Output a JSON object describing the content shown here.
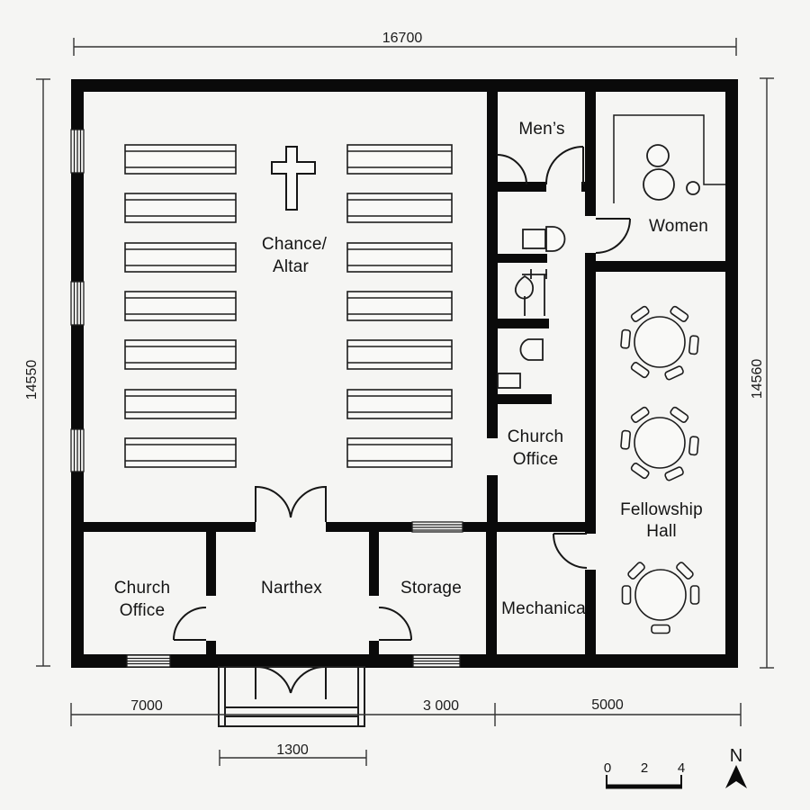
{
  "title": "Church floor plan",
  "rooms": {
    "chancel_line1": "Chance/",
    "chancel_line2": "Altar",
    "mens": "Men’s",
    "women": "Women",
    "church_office_mid_line1": "Church",
    "church_office_mid_line2": "Office",
    "fellowship_line1": "Fellowship",
    "fellowship_line2": "Hall",
    "church_office_left_line1": "Church",
    "church_office_left_line2": "Office",
    "narthex": "Narthex",
    "storage": "Storage",
    "mechanical": "Mechanica"
  },
  "dimensions": {
    "top_width": "16700",
    "left_height": "14550",
    "right_height": "14560",
    "bottom_left": "7000",
    "bottom_mid": "3 000",
    "bottom_right": "5000",
    "entrance_width": "1300"
  },
  "scale_bar": {
    "tick0": "0",
    "tick2": "2",
    "tick4": "4"
  },
  "north": {
    "label": "N"
  },
  "colors": {
    "wall": "#0a0a0a",
    "line": "#1d1d1d",
    "bg": "#f5f5f3",
    "fill": "#f9f9f7"
  }
}
